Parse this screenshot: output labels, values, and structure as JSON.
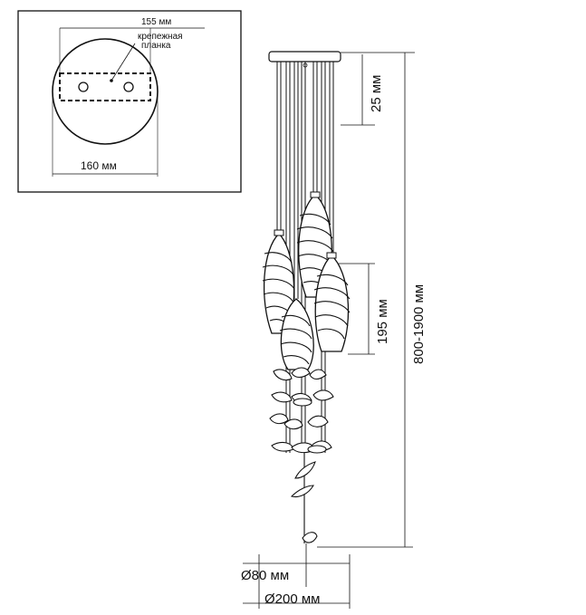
{
  "inset": {
    "width_label": "155 мм",
    "plate_label_line1": "крепежная",
    "plate_label_line2": "планка",
    "diameter_label": "160 мм"
  },
  "dimensions": {
    "canopy_height": "25 мм",
    "shade_height": "195 мм",
    "total_height": "800-1900 мм",
    "shade_diameter": "Ø80 мм",
    "overall_diameter": "Ø200 мм"
  },
  "colors": {
    "line": "#111111",
    "fill": "#ffffff"
  }
}
